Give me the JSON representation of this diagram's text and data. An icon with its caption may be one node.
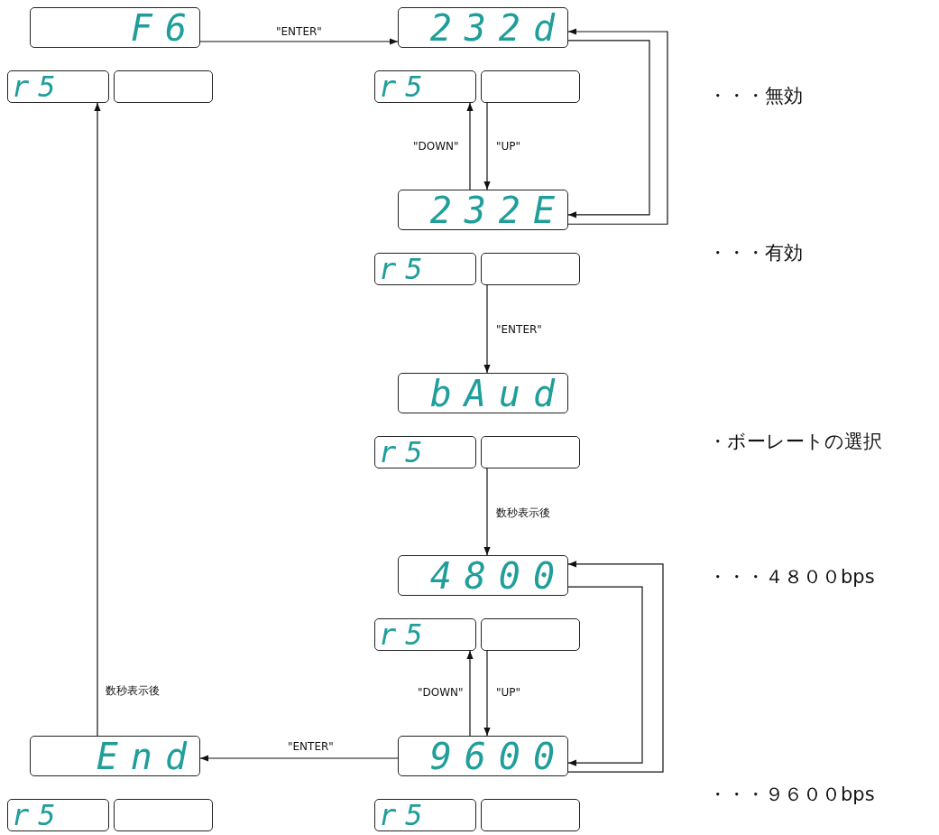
{
  "diagram": {
    "nodes": [
      {
        "text": [
          "F6"
        ]
      },
      {
        "text": [
          "r5"
        ]
      },
      {
        "text": [],
        "shape": "box"
      },
      {
        "text": [
          "232d"
        ]
      },
      {
        "text": [
          "r5"
        ]
      },
      {
        "text": [],
        "shape": "box"
      },
      {
        "text": [
          "232E"
        ]
      },
      {
        "text": [
          "r5"
        ]
      },
      {
        "text": [],
        "shape": "box"
      },
      {
        "text": [
          "bAud"
        ]
      },
      {
        "text": [
          "r5"
        ]
      },
      {
        "text": [],
        "shape": "box"
      },
      {
        "text": [
          "4800"
        ]
      },
      {
        "text": [
          "r5"
        ]
      },
      {
        "text": [],
        "shape": "box"
      },
      {
        "text": [
          "9600"
        ]
      },
      {
        "text": [
          "r5"
        ]
      },
      {
        "text": [],
        "shape": "box"
      },
      {
        "text": [
          "End"
        ]
      },
      {
        "text": [
          "r5"
        ]
      },
      {
        "text": [],
        "shape": "box"
      }
    ],
    "edges": [
      {
        "from": 0,
        "to": 3,
        "arrow": "to",
        "label": "\"ENTER\""
      },
      {
        "from": 5,
        "to": 6,
        "arrow": "to",
        "label": "\"UP\""
      },
      {
        "from": 6,
        "to": 4,
        "arrow": "to",
        "label": "\"DOWN\""
      },
      {
        "from": 3,
        "to": 6,
        "arrow": "to"
      },
      {
        "from": 6,
        "to": 3,
        "arrow": "to"
      },
      {
        "from": 8,
        "to": 9,
        "arrow": "to",
        "label": "\"ENTER\""
      },
      {
        "from": 11,
        "to": 12,
        "arrow": "to",
        "label": "数秒表示後"
      },
      {
        "from": 14,
        "to": 15,
        "arrow": "to",
        "label": "\"UP\""
      },
      {
        "from": 15,
        "to": 13,
        "arrow": "to",
        "label": "\"DOWN\""
      },
      {
        "from": 12,
        "to": 15,
        "arrow": "to"
      },
      {
        "from": 15,
        "to": 12,
        "arrow": "to"
      },
      {
        "from": 15,
        "to": 18,
        "arrow": "to",
        "label": "\"ENTER\""
      },
      {
        "from": 18,
        "to": 1,
        "arrow": "to",
        "label": "数秒表示後"
      }
    ],
    "labels": [
      "・・・無効",
      "・・・有効",
      "・ボーレートの選択",
      "・・・４８００bps",
      "・・・９６００bps"
    ]
  }
}
